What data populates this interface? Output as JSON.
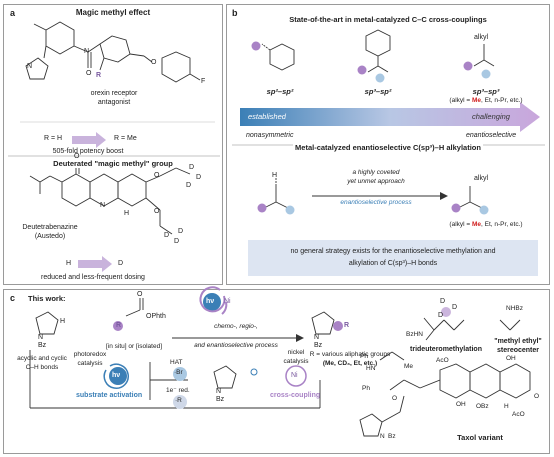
{
  "panel_a": {
    "letter": "a",
    "title": "Magic methyl effect",
    "r_group": "R",
    "drug_name_line1": "orexin receptor",
    "drug_name_line2": "antagonist",
    "r_h": "R = H",
    "r_me": "R = Me",
    "potency": "505-fold potency boost",
    "deut_title": "Deuterated \"magic methyl\" group",
    "deut_drug_line1": "Deutetrabenazine",
    "deut_drug_line2": "(Austedo)",
    "h_label": "H",
    "d_label": "D",
    "dosing": "reduced and less-frequent dosing",
    "atom_n": "N",
    "atom_o": "O",
    "atom_f": "F",
    "atom_h": "H",
    "atom_d": "D"
  },
  "panel_b": {
    "letter": "b",
    "title": "State-of-the-art in metal-catalyzed C–C cross-couplings",
    "alkyl": "alkyl",
    "sp2sp2": "sp²–sp²",
    "sp3sp2": "sp³–sp²",
    "sp3sp3": "sp³–sp³",
    "alkyl_note_prefix": "(alkyl = ",
    "alkyl_note_me": "Me",
    "alkyl_note_suffix": ", Et, n-Pr, etc.)",
    "established": "established",
    "nonasymmetric": "nonasymmetric",
    "challenging": "challenging",
    "enantioselective": "enantioselective",
    "subtitle": "Metal-catalyzed enantioselective C(sp³)–H alkylation",
    "arrow_line1": "a highly coveted",
    "arrow_line2": "yet unmet approach",
    "arrow_line3": "enantioselective process",
    "h_label": "H",
    "box_line1": "no general strategy exists for the enantioselective methylation and",
    "box_line2": "alkylation of C(sp³)–H bonds"
  },
  "panel_c": {
    "letter": "c",
    "title": "This work:",
    "substrate_line1": "acyclic and cyclic",
    "substrate_line2": "C–H bonds",
    "r_label": "R",
    "ophth": "OPhth",
    "hv": "hν",
    "ni": "Ni",
    "arrow_line1": "chemo-, regio-,",
    "arrow_line2": "and enantioselective process",
    "insitu": "[in situ] or [isolated]",
    "product_r": "R",
    "r_groups_line1": "R = various aliphatic groups",
    "r_groups_line2": "(Me, CD₃, Et, etc.)",
    "photoredox_line1": "photoredox",
    "photoredox_line2": "catalysis",
    "hat": "HAT",
    "br_radical": "·Br",
    "reduction": "1e⁻ red.",
    "r_radical": "·R",
    "nickel_line1": "nickel",
    "nickel_line2": "catalysis",
    "substrate_activation": "substrate activation",
    "cross_coupling": "cross-coupling",
    "bz": "Bz",
    "n_label": "N",
    "nhbz": "NHBz",
    "bzhn": "BzHN",
    "trideutero": "trideuteromethylation",
    "methyl_ethyl_line1": "\"methyl ethyl\"",
    "methyl_ethyl_line2": "stereocenter",
    "taxol": "Taxol variant",
    "hn": "HN",
    "ph": "Ph",
    "aco": "AcO",
    "oh": "OH",
    "h_atom": "H",
    "o_atom": "O",
    "oac": "OAc",
    "obz": "OBz",
    "me": "Me"
  },
  "colors": {
    "purple": "#a983c6",
    "blue": "#3b7fb6",
    "lightblue": "#a9c8e2",
    "red": "#d11f1f",
    "box_fill": "#dde5f2",
    "arrow_lilac": "#c9b3dc"
  }
}
